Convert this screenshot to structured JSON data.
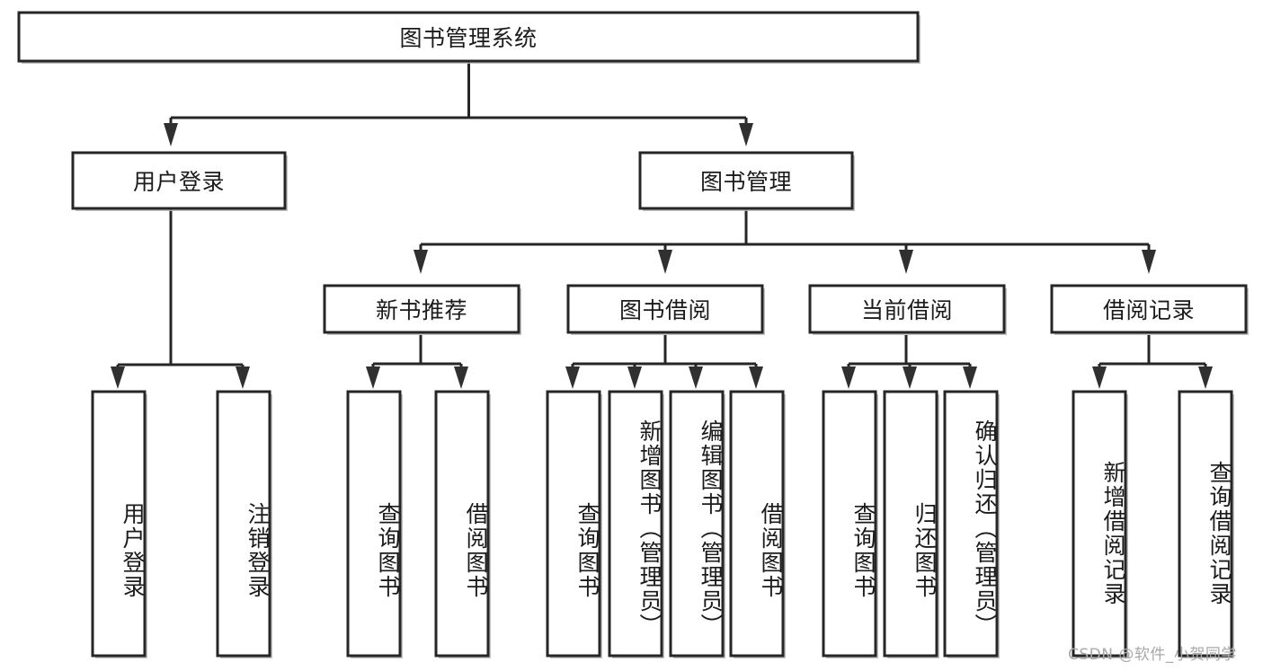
{
  "diagram": {
    "title": "图书管理系统",
    "type": "tree-hierarchy-diagram",
    "orientation": "top-down",
    "colors": {
      "box_fill": "#ffffff",
      "box_stroke": "#262626",
      "connector": "#262626",
      "text": "#1b1b1b",
      "shadow": "#b8b8b8",
      "watermark": "#a9a9a9",
      "background": "#ffffff"
    }
  },
  "root": {
    "label": "图书管理系统"
  },
  "level2": [
    {
      "label": "用户登录"
    },
    {
      "label": "图书管理"
    }
  ],
  "level3": [
    {
      "label": "新书推荐"
    },
    {
      "label": "图书借阅"
    },
    {
      "label": "当前借阅"
    },
    {
      "label": "借阅记录"
    }
  ],
  "leaves": {
    "user_login": [
      {
        "label": "用户登录"
      },
      {
        "label": "注销登录"
      }
    ],
    "new_book_recommend": [
      {
        "label": "查询图书"
      },
      {
        "label": "借阅图书"
      }
    ],
    "book_borrow": [
      {
        "label": "查询图书"
      },
      {
        "label": "新增图书（管理员）"
      },
      {
        "label": "编辑图书（管理员）"
      },
      {
        "label": "借阅图书"
      }
    ],
    "current_borrow": [
      {
        "label": "查询图书"
      },
      {
        "label": "归还图书"
      },
      {
        "label": "确认归还（管理员）"
      }
    ],
    "borrow_record": [
      {
        "label": "新增借阅记录"
      },
      {
        "label": "查询借阅记录"
      }
    ]
  },
  "watermark": {
    "text": "CSDN @软件_小贺同学"
  }
}
